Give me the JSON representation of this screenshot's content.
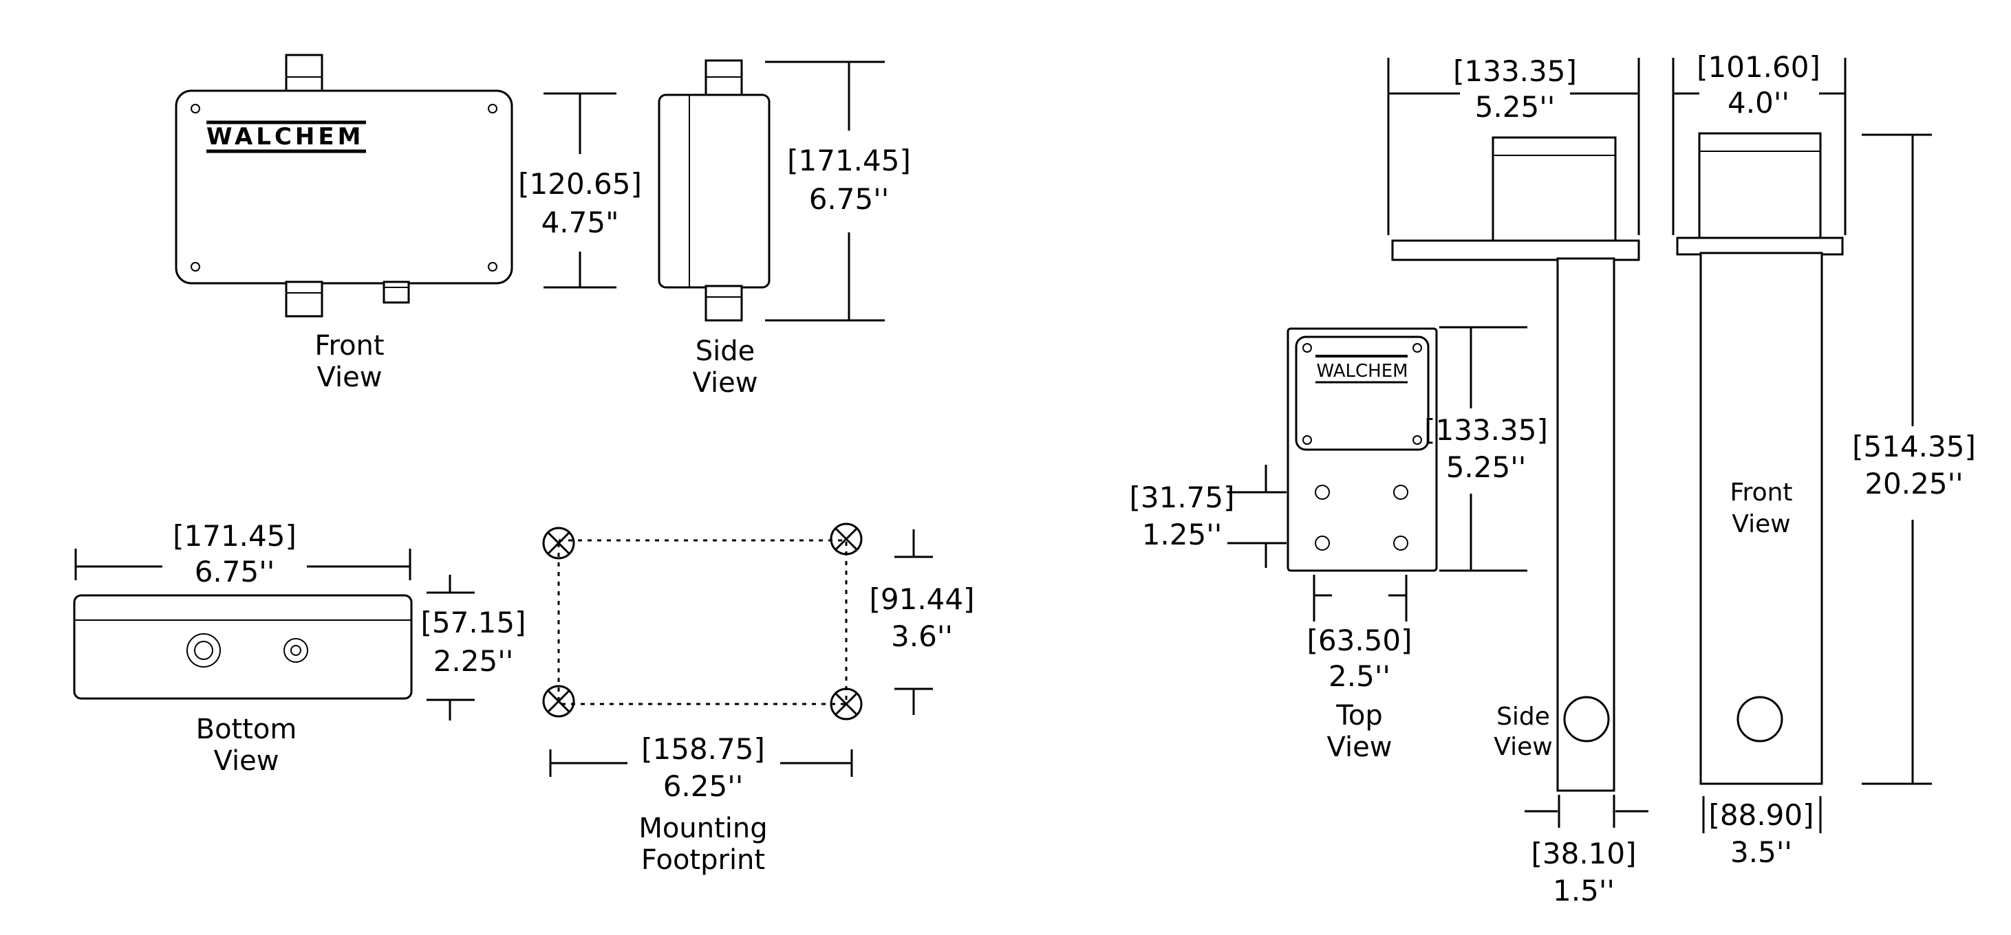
{
  "brand": "WALCHEM",
  "left_drawing": {
    "front_view": {
      "label_1": "Front",
      "label_2": "View",
      "height_mm": "[120.65]",
      "height_in": "4.75\""
    },
    "side_view": {
      "label_1": "Side",
      "label_2": "View",
      "height_mm": "[171.45]",
      "height_in": "6.75''"
    },
    "bottom_view": {
      "label_1": "Bottom",
      "label_2": "View",
      "width_mm": "[171.45]",
      "width_in": "6.75''",
      "depth_mm": "[57.15]",
      "depth_in": "2.25''"
    },
    "mounting_footprint": {
      "label_1": "Mounting",
      "label_2": "Footprint",
      "width_mm": "[158.75]",
      "width_in": "6.25''",
      "height_mm": "[91.44]",
      "height_in": "3.6''"
    }
  },
  "right_drawing": {
    "top_view": {
      "label_1": "Top",
      "label_2": "View",
      "height_mm": "[133.35]",
      "height_in": "5.25''",
      "hole_spacing_mm": "[31.75]",
      "hole_spacing_in": "1.25''",
      "width_mm": "[63.50]",
      "width_in": "2.5''"
    },
    "side_view": {
      "label_1": "Side",
      "label_2": "View",
      "flange_mm": "[133.35]",
      "flange_in": "5.25''",
      "tube_mm": "[38.10]",
      "tube_in": "1.5''"
    },
    "front_view": {
      "label_1": "Front",
      "label_2": "View",
      "flange_mm": "[101.60]",
      "flange_in": "4.0''",
      "length_mm": "[514.35]",
      "length_in": "20.25''",
      "tube_mm": "[88.90]",
      "tube_in": "3.5''"
    }
  }
}
